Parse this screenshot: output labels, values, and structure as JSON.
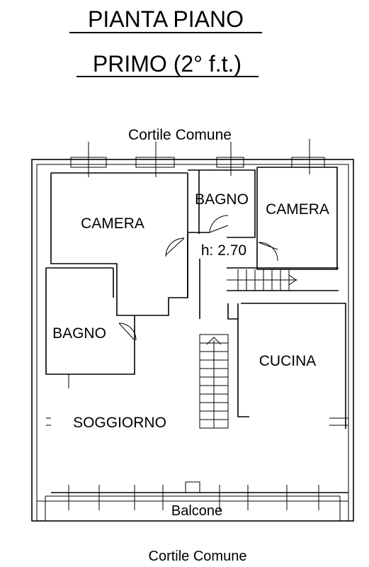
{
  "title": {
    "line1": "PIANTA  PIANO",
    "line2": "PRIMO  (2° f.t.)"
  },
  "labels": {
    "courtyard_top": "Cortile  Comune",
    "courtyard_bottom": "Cortile  Comune",
    "balcony": "Balcone",
    "ceiling_height": "h: 2.70"
  },
  "rooms": [
    {
      "id": "camera-left",
      "label": "CAMERA"
    },
    {
      "id": "bagno-top",
      "label": "BAGNO"
    },
    {
      "id": "camera-right",
      "label": "CAMERA"
    },
    {
      "id": "bagno-left",
      "label": "BAGNO"
    },
    {
      "id": "cucina",
      "label": "CUCINA"
    },
    {
      "id": "soggiorno",
      "label": "SOGGIORNO"
    }
  ]
}
